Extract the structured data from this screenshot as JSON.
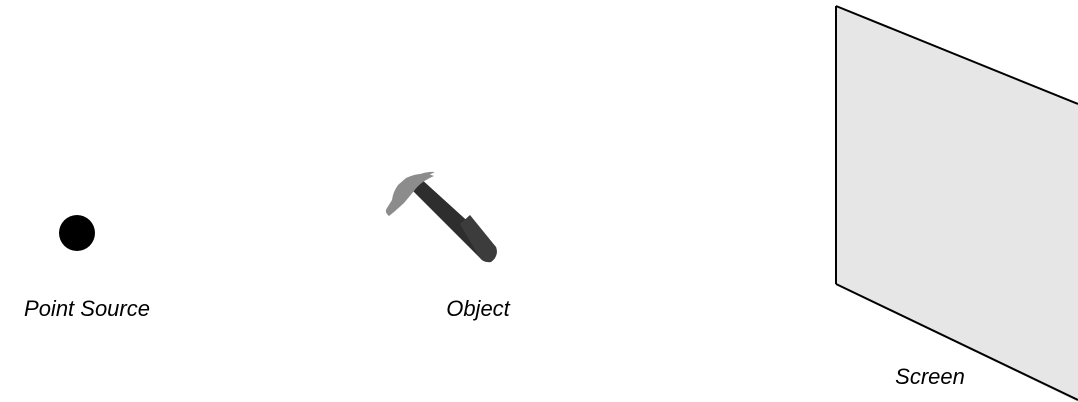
{
  "labels": {
    "point_source": "Point Source",
    "object": "Object",
    "screen": "Screen"
  },
  "icons": {
    "source": "point-source-dot",
    "object": "hammer-icon",
    "screen": "screen-panel"
  },
  "colors": {
    "source_fill": "#000000",
    "screen_fill": "#e6e6e6",
    "screen_stroke": "#000000",
    "hammer_head": "#8c8c8c",
    "hammer_handle": "#2e2e2e",
    "hammer_grip": "#3c3c3c",
    "text": "#000000"
  }
}
